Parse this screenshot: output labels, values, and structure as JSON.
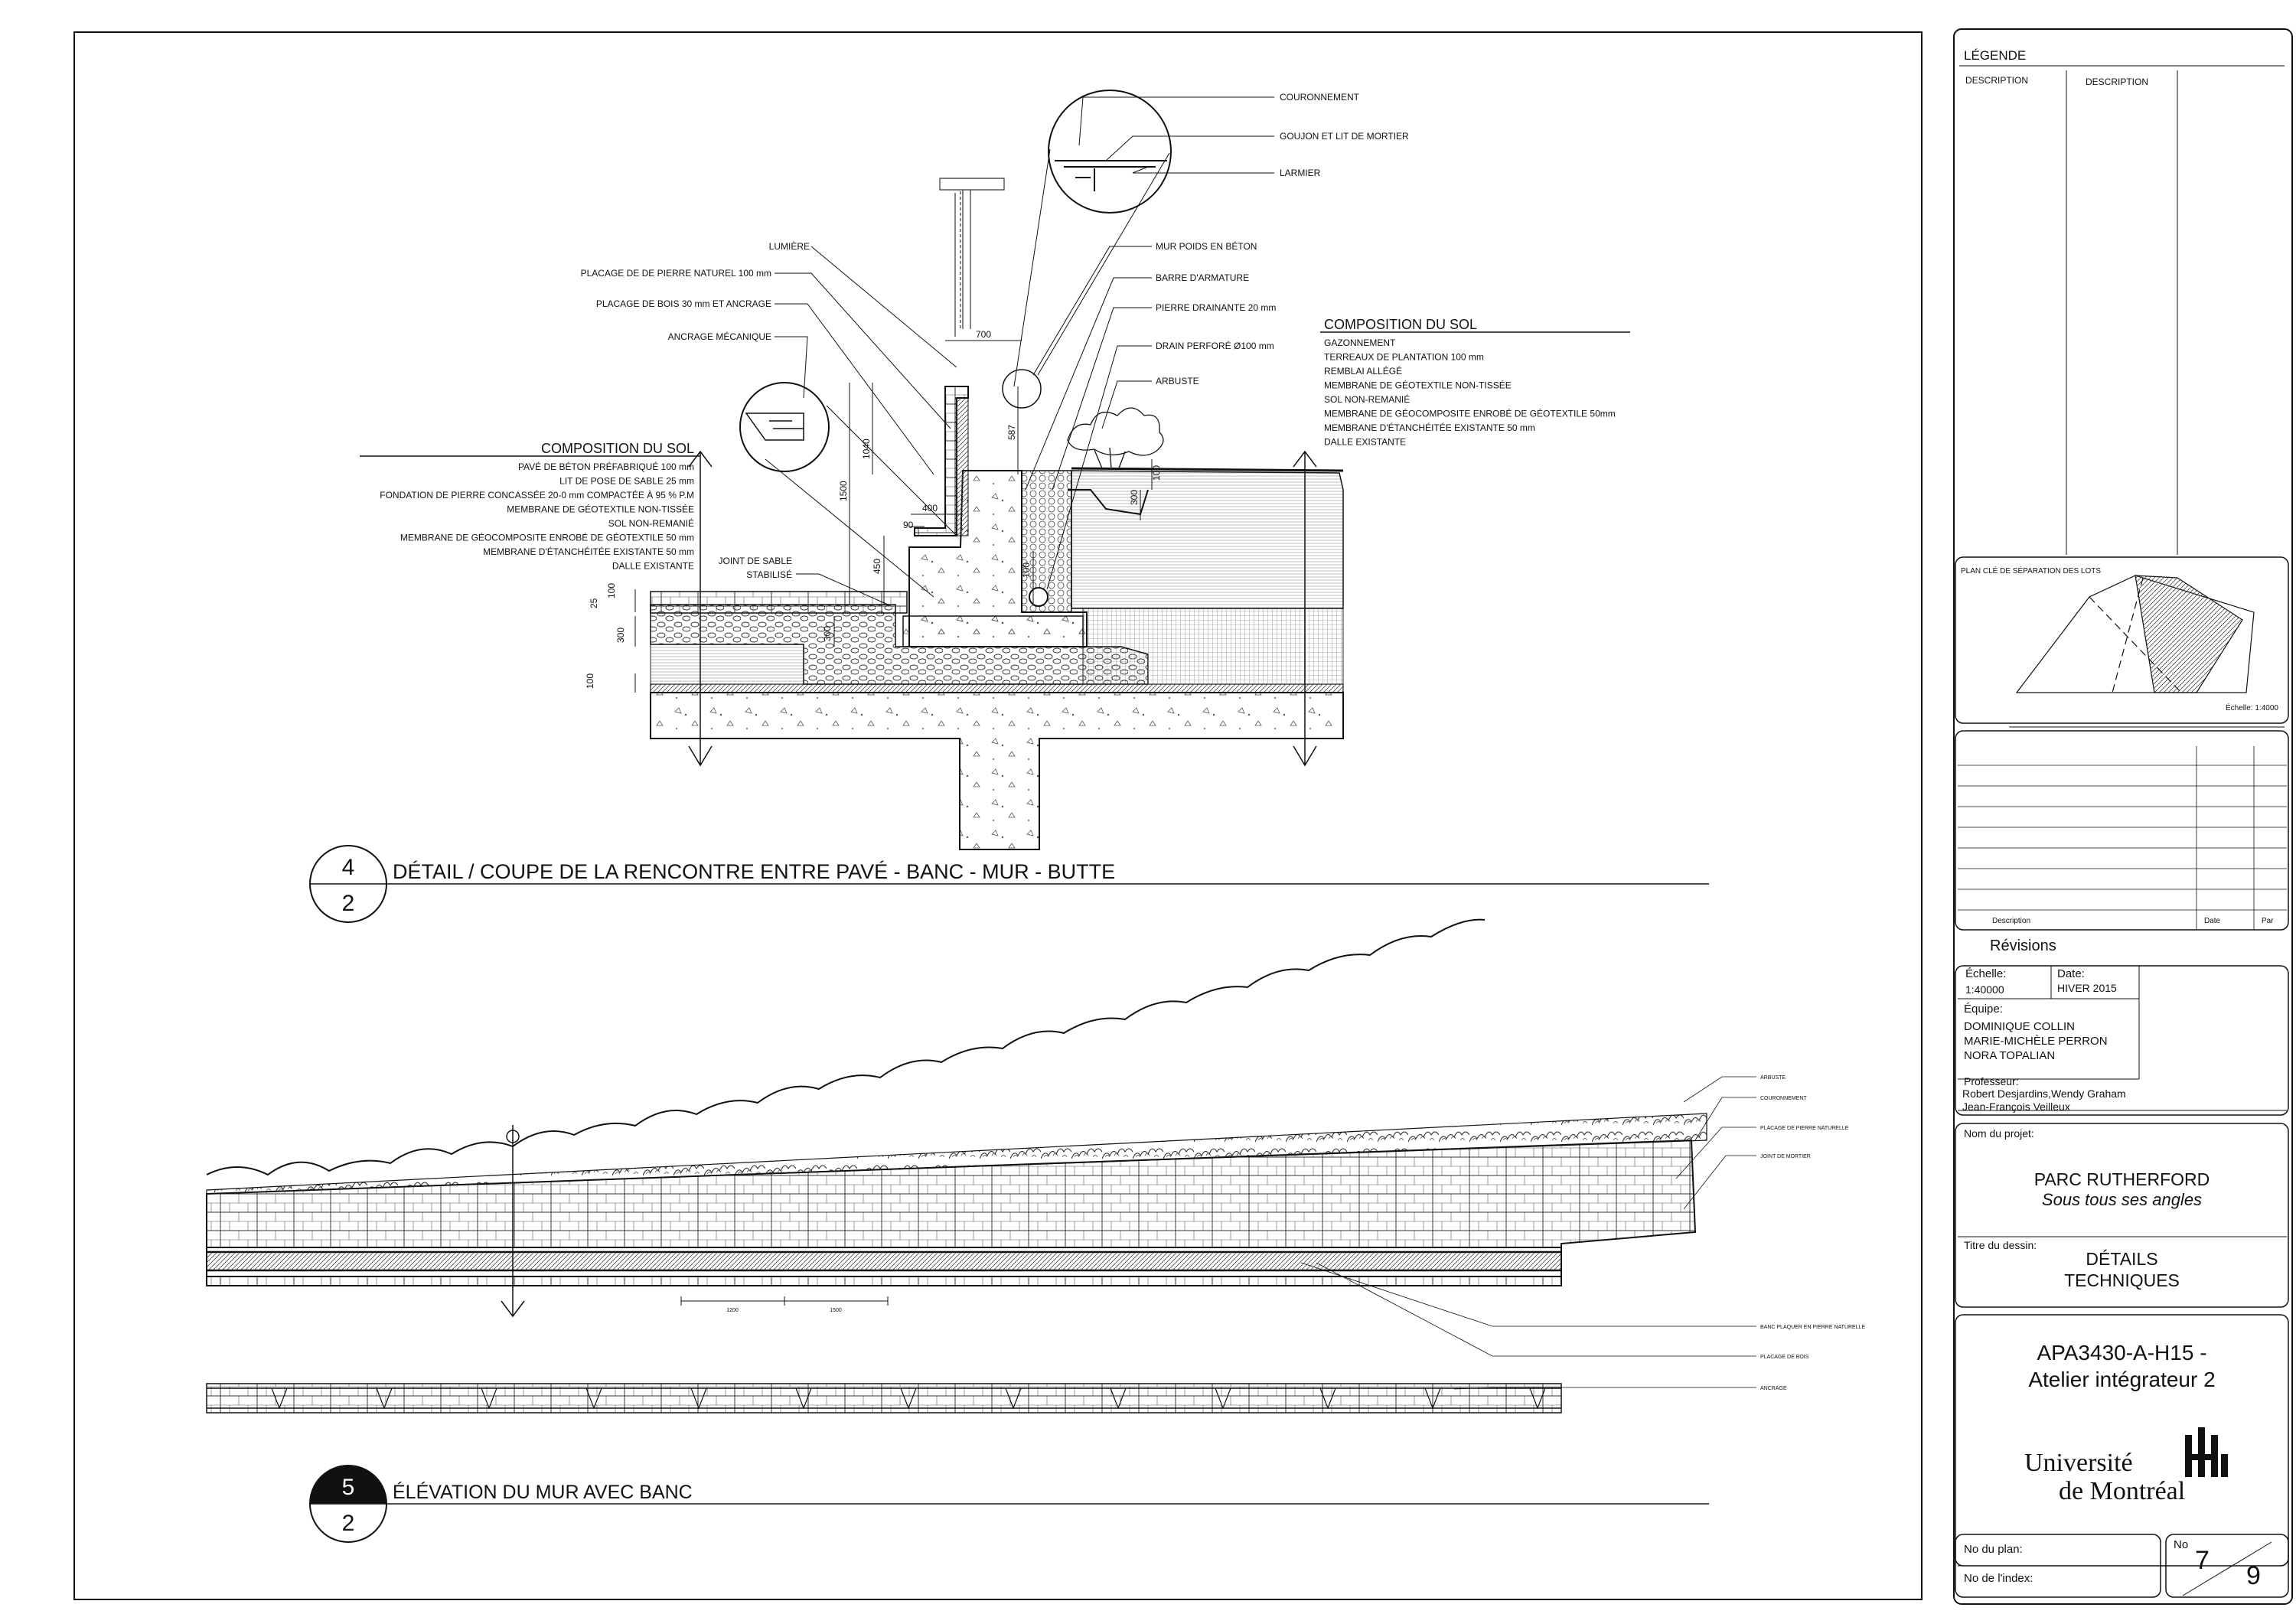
{
  "section_detail": {
    "callouts_top": [
      "COURONNEMENT",
      "GOUJON ET LIT DE MORTIER",
      "LARMIER"
    ],
    "callouts_left": [
      "LUMIÈRE",
      "PLACAGE DE DE PIERRE NATUREL 100 mm",
      "PLACAGE DE BOIS 30 mm ET ANCRAGE",
      "ANCRAGE MÉCANIQUE"
    ],
    "callouts_right": [
      "MUR POIDS EN BÉTON",
      "BARRE D'ARMATURE",
      "PIERRE DRAINANTE 20 mm",
      "DRAIN PERFORÉ Ø100 mm",
      "ARBUSTE"
    ],
    "joint_label_1": "JOINT DE SABLE",
    "joint_label_2": "STABILISÉ",
    "soil_left": {
      "title": "COMPOSITION DU SOL",
      "items": [
        "PAVÉ DE BÉTON PRÉFABRIQUÉ 100 mm",
        "LIT DE POSE DE SABLE 25 mm",
        "FONDATION DE PIERRE  CONCASSÉE 20-0 mm COMPACTÉE À 95 % P.M",
        "MEMBRANE DE GÉOTEXTILE NON-TISSÉE",
        "SOL NON-REMANIÉ",
        "MEMBRANE DE GÉOCOMPOSITE ENROBÉ DE GÉOTEXTILE 50 mm",
        "MEMBRANE D'ÉTANCHÉITÉE EXISTANTE 50 mm",
        "DALLE EXISTANTE"
      ]
    },
    "soil_right": {
      "title": "COMPOSITION DU SOL",
      "items": [
        "GAZONNEMENT",
        "TERREAUX DE PLANTATION 100 mm",
        "REMBLAI ALLÉGÉ",
        "MEMBRANE DE GÉOTEXTILE NON-TISSÉE",
        "SOL NON-REMANIÉ",
        "MEMBRANE DE GÉOCOMPOSITE ENROBÉ DE GÉOTEXTILE 50mm",
        "MEMBRANE D'ÉTANCHÉITÉE EXISTANTE 50 mm",
        "DALLE EXISTANTE"
      ]
    },
    "dims": {
      "d700": "700",
      "d1040": "1040",
      "d1500": "1500",
      "d587": "587",
      "d400": "400",
      "d90": "90",
      "d450": "450",
      "d100a": "100",
      "d25": "25",
      "d300a": "300",
      "d300b": "300",
      "d100b": "100",
      "d100c": "100",
      "d300c": "300",
      "d100d": "100"
    }
  },
  "detail_title": {
    "number": "4",
    "sheet": "2",
    "text": "DÉTAIL / COUPE DE LA RENCONTRE ENTRE PAVÉ - BANC - MUR - BUTTE"
  },
  "elevation": {
    "callouts_top": [
      "ARBUSTE",
      "COURONNEMENT",
      "PLACAGE DE PIERRE NATURELLE",
      "JOINT DE MORTIER"
    ],
    "callouts_bottom": [
      "BANC PLAQUER EN PIERRE NATURELLE",
      "PLACAGE DE BOIS",
      "ANCRAGE"
    ],
    "dim_a": "1200",
    "dim_b": "1500"
  },
  "elevation_title": {
    "number": "5",
    "sheet": "2",
    "text": "ÉLÉVATION DU MUR AVEC BANC"
  },
  "title_block": {
    "legend_title": "LÉGENDE",
    "legend_col1": "DESCRIPTION",
    "legend_col2": "DESCRIPTION",
    "key_plan_title": "PLAN CLÉ DE SÉPARATION DES LOTS",
    "key_plan_scale": "Échelle: 1:4000",
    "rev_description": "Description",
    "rev_date": "Date",
    "rev_by": "Par",
    "revisions": "Révisions",
    "scale_label": "Échelle:",
    "scale_value": "1:40000",
    "date_label": "Date:",
    "date_value": "HIVER 2015",
    "team_label": "Équipe:",
    "team_members": [
      "DOMINIQUE COLLIN",
      "MARIE-MICHÈLE PERRON",
      "NORA TOPALIAN"
    ],
    "professor_label": "Professeur:",
    "professors": [
      "Robert Desjardins,Wendy Graham",
      "Jean-François Veilleux"
    ],
    "project_label": "Nom du projet:",
    "project_name": "PARC RUTHERFORD",
    "project_subtitle": "Sous tous ses angles",
    "drawing_label": "Titre du dessin:",
    "drawing_title_1": "DÉTAILS",
    "drawing_title_2": "TECHNIQUES",
    "course_1": "APA3430-A-H15 -",
    "course_2": "Atelier intégrateur 2",
    "university_1": "Université",
    "university_2": "de Montréal",
    "plan_no_label": "No du plan:",
    "index_no_label": "No de l'index:",
    "no_label": "No",
    "sheet_no": "7",
    "sheet_total": "9"
  }
}
